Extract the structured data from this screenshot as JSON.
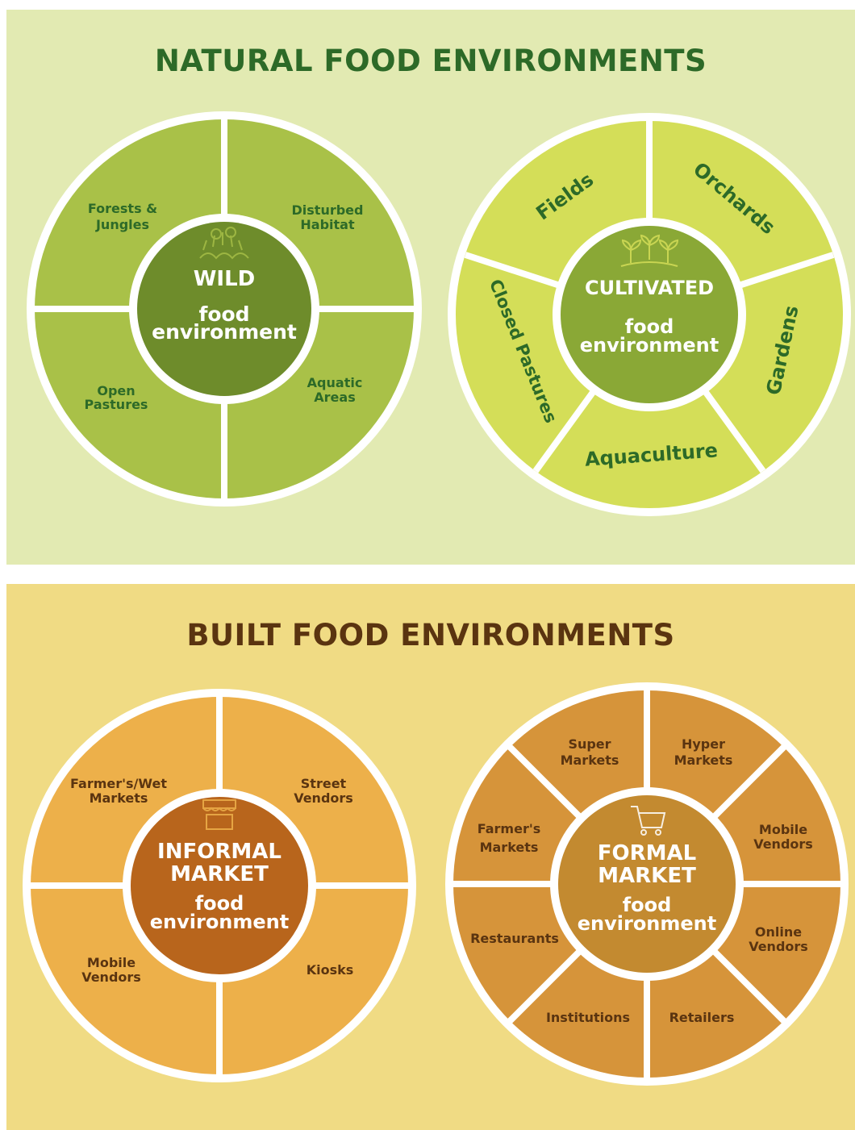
{
  "natural": {
    "title": "NATURAL FOOD ENVIRONMENTS",
    "wild": {
      "center_line1": "WILD",
      "center_line2": "food",
      "center_line3": "environment",
      "segments": [
        {
          "line1": "Forests &",
          "line2": "Jungles"
        },
        {
          "line1": "Disturbed",
          "line2": "Habitat"
        },
        {
          "line1": "Open",
          "line2": "Pastures"
        },
        {
          "line1": "Aquatic",
          "line2": "Areas"
        }
      ],
      "icon": "vegetation-icon"
    },
    "cultivated": {
      "center_line1": "CULTIVATED",
      "center_line2": "food",
      "center_line3": "environment",
      "segments": [
        "Fields",
        "Orchards",
        "Gardens",
        "Aquaculture",
        "Closed Pastures"
      ],
      "icon": "sprouts-icon"
    }
  },
  "built": {
    "title": "BUILT FOOD ENVIRONMENTS",
    "informal": {
      "center_line1": "INFORMAL",
      "center_line2": "MARKET",
      "center_line3": "food",
      "center_line4": "environment",
      "segments": [
        {
          "line1": "Farmer's/Wet",
          "line2": "Markets"
        },
        {
          "line1": "Street",
          "line2": "Vendors"
        },
        {
          "line1": "Mobile",
          "line2": "Vendors"
        },
        {
          "line1": "Kiosks",
          "line2": ""
        }
      ],
      "icon": "market-stall-icon"
    },
    "formal": {
      "center_line1": "FORMAL",
      "center_line2": "MARKET",
      "center_line3": "food",
      "center_line4": "environment",
      "segments": [
        {
          "line1": "Super",
          "line2": "Markets"
        },
        {
          "line1": "Hyper",
          "line2": "Markets"
        },
        {
          "line1": "Mobile",
          "line2": "Vendors"
        },
        {
          "line1": "Online",
          "line2": "Vendors"
        },
        {
          "line1": "Retailers",
          "line2": ""
        },
        {
          "line1": "Institutions",
          "line2": ""
        },
        {
          "line1": "Restaurants",
          "line2": ""
        },
        {
          "line1": "Farmer's",
          "line2": "Markets"
        }
      ],
      "icon": "shopping-cart-icon"
    }
  },
  "colors": {
    "natural_bg": "#e2eab2",
    "wild_segment": "#a9c148",
    "wild_center": "#6e8c2b",
    "cultivated_segment": "#d4de58",
    "cultivated_center": "#8aa836",
    "natural_text": "#2d6a28",
    "built_bg": "#f0db84",
    "informal_segment": "#edb04a",
    "informal_center": "#b8651c",
    "formal_segment": "#d6943a",
    "formal_center": "#c38a30",
    "built_text": "#5a3410"
  }
}
